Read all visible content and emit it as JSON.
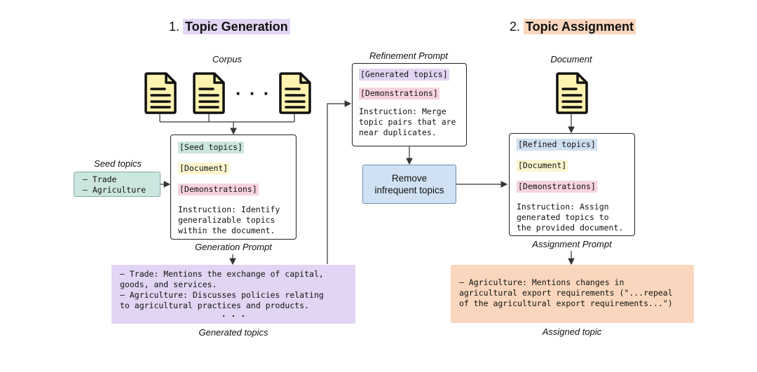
{
  "colors": {
    "purple": "#e1d5f3",
    "peach": "#f9d6bd",
    "teal": "#cbe6df",
    "yellow": "#fbf6cf",
    "pink": "#f7d3e0",
    "blue": "#cfe0f1",
    "remove_fill": "#cfe1f3",
    "doc_fill": "#fff3b0"
  },
  "generation": {
    "title_prefix": "1. ",
    "title_hl": "Topic Generation",
    "corpus_label": "Corpus",
    "ellipsis": "· · ·",
    "seed_label": "Seed topics",
    "seed_items": [
      "– Trade",
      "– Agriculture"
    ],
    "prompt": {
      "seed_tag": "[Seed topics]",
      "doc_tag": "[Document]",
      "demo_tag": "[Demonstrations]",
      "instruction": [
        "Instruction: Identify",
        "generalizable topics",
        "within the document."
      ]
    },
    "prompt_label": "Generation Prompt",
    "generated": {
      "lines": [
        "– Trade: Mentions the exchange of capital,",
        "goods, and services.",
        "– Agriculture: Discusses policies relating",
        "to agricultural practices and products."
      ],
      "dots": "· · ·"
    },
    "generated_label": "Generated topics"
  },
  "refinement": {
    "label": "Refinement Prompt",
    "gen_tag": "[Generated topics]",
    "demo_tag": "[Demonstrations]",
    "instruction": [
      "Instruction: Merge",
      "topic pairs that are",
      "near duplicates."
    ],
    "remove": [
      "Remove",
      "infrequent topics"
    ]
  },
  "assignment": {
    "title_prefix": "2. ",
    "title_hl": "Topic Assignment",
    "document_label": "Document",
    "prompt": {
      "refined_tag": "[Refined topics]",
      "doc_tag": "[Document]",
      "demo_tag": "[Demonstrations]",
      "instruction": [
        "Instruction: Assign",
        "generated topics to",
        "the provided document."
      ]
    },
    "prompt_label": "Assignment Prompt",
    "assigned": {
      "lines": [
        "– Agriculture: Mentions changes in",
        "agricultural export requirements (\"...repeal",
        "of the agricultural export requirements...\")"
      ]
    },
    "assigned_label": "Assigned topic"
  }
}
